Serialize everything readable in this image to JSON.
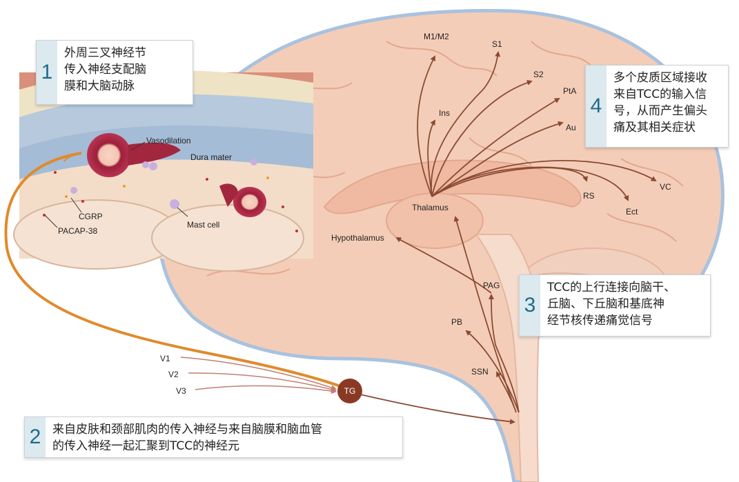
{
  "callouts": {
    "c1": {
      "number": "1",
      "text": "外周三叉神经节\n传入神经支配脑\n膜和大脑动脉"
    },
    "c2": {
      "number": "2",
      "text": "来自皮肤和颈部肌肉的传入神经与来自脑膜和脑血管\n的传入神经一起汇聚到TCC的神经元"
    },
    "c3": {
      "number": "3",
      "text": "TCC的上行连接向脑干、\n丘脑、下丘脑和基底神\n经节核传递痛觉信号"
    },
    "c4": {
      "number": "4",
      "text": "多个皮质区域接收\n来自TCC的输入信\n号，从而产生偏头\n痛及其相关症状"
    }
  },
  "brain_labels": {
    "m1m2": "M1/M2",
    "s1": "S1",
    "s2": "S2",
    "pta": "PtA",
    "au": "Au",
    "ins": "Ins",
    "thalamus": "Thalamus",
    "rs": "RS",
    "ect": "Ect",
    "vc": "VC",
    "hypothalamus": "Hypothalamus",
    "pag": "PAG",
    "pb": "PB",
    "ssn": "SSN",
    "tg": "TG"
  },
  "nerve_labels": {
    "v1": "V1",
    "v2": "V2",
    "v3": "V3"
  },
  "inset_labels": {
    "vasodilation": "Vasodilation",
    "dura": "Dura mater",
    "cgrp": "CGRP",
    "pacap": "PACAP-38",
    "mast": "Mast cell"
  },
  "colors": {
    "pathway": "#8a4a32",
    "nerve": "#e08a2c",
    "tg_node": "#8a3a24",
    "callout_number": "#1e6a8a"
  }
}
